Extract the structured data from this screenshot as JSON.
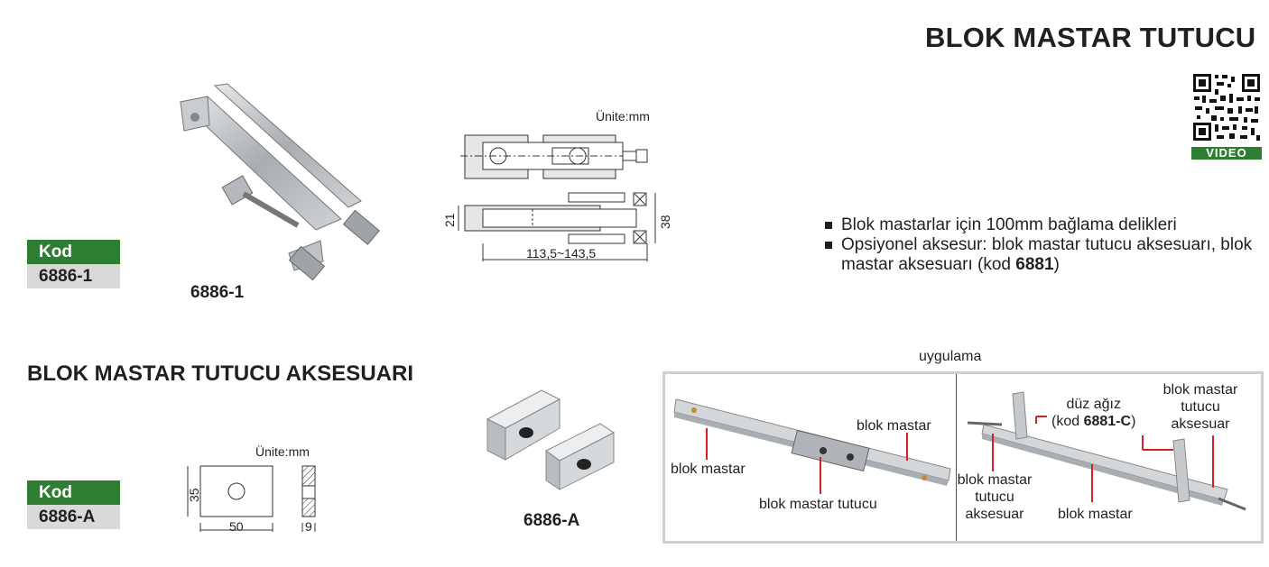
{
  "header": {
    "title": "BLOK MASTAR TUTUCU",
    "qr_label": "VIDEO"
  },
  "product1": {
    "kod_label": "Kod",
    "kod_value": "6886-1",
    "model_label": "6886-1",
    "unit_label": "Ünite:mm",
    "dims": {
      "height_a": "21",
      "height_b": "38",
      "length": "113,5~143,5"
    }
  },
  "features": [
    {
      "text": "Blok mastarlar için 100mm  bağlama delikleri"
    },
    {
      "text_before": "Opsiyonel aksesur: blok mastar tutucu aksesuarı, blok mastar aksesuarı (kod ",
      "bold": "6881",
      "text_after": ")"
    }
  ],
  "accessory": {
    "section_title": "BLOK MASTAR TUTUCU AKSESUARI",
    "kod_label": "Kod",
    "kod_value": "6886-A",
    "model_label": "6886-A",
    "unit_label": "Ünite:mm",
    "dims": {
      "height": "35",
      "width": "50",
      "thickness": "9"
    }
  },
  "application": {
    "title": "uygulama",
    "left_labels": {
      "blok_mastar_right": "blok mastar",
      "blok_mastar_left": "blok mastar",
      "tutucu": "blok mastar tutucu"
    },
    "right_labels": {
      "duz_agiz_1": "düz ağız",
      "duz_agiz_2_pre": "(kod ",
      "duz_agiz_2_bold": "6881-C",
      "duz_agiz_2_post": ")",
      "aksesuar_top_1": "blok mastar",
      "aksesuar_top_2": "tutucu",
      "aksesuar_top_3": "aksesuar",
      "aksesuar_left_1": "blok mastar",
      "aksesuar_left_2": "tutucu",
      "aksesuar_left_3": "aksesuar",
      "blok_mastar": "blok mastar"
    }
  },
  "colors": {
    "kod_green": "#2f7d32",
    "kod_grey": "#d9d9d9",
    "callout_red": "#d42027"
  }
}
